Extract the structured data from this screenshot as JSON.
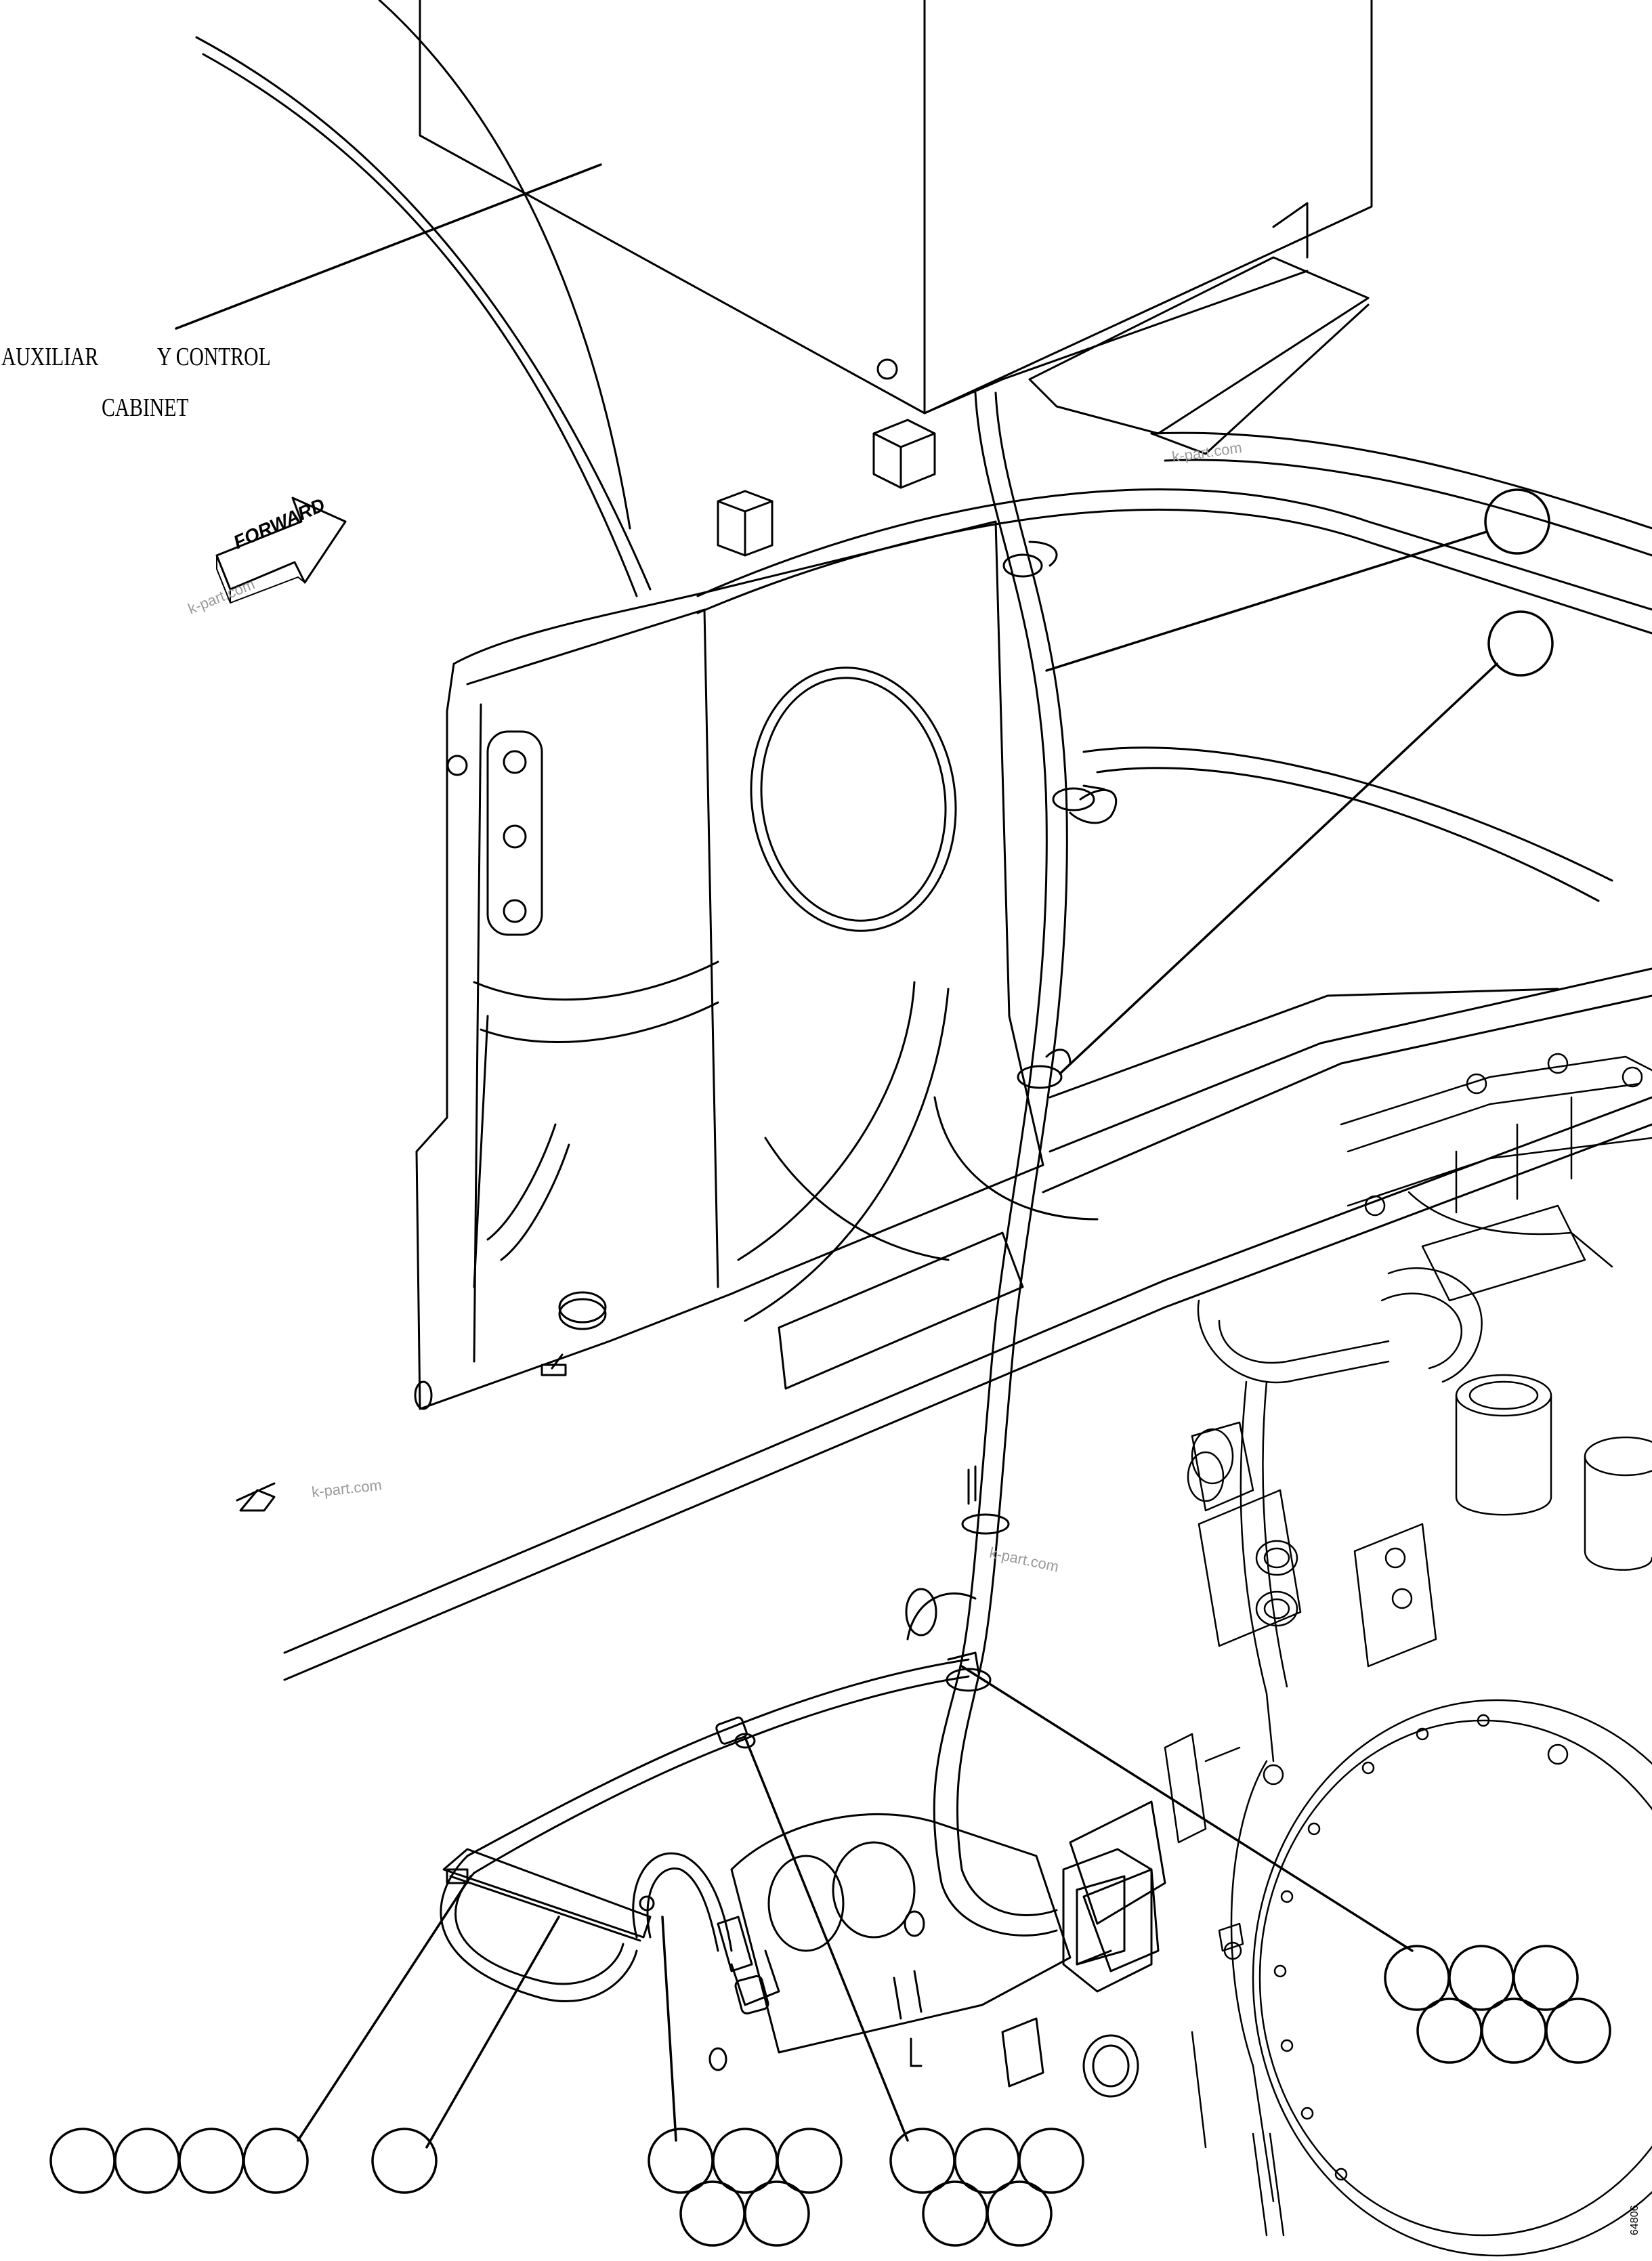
{
  "labels": {
    "auxiliary_part1": "AUXILIAR",
    "auxiliary_part2": "Y CONTROL",
    "auxiliary_part3": "CABINET"
  },
  "forward_arrow": "FORWARD",
  "watermarks": [
    "k-part.com",
    "k-part.com",
    "k-part.com",
    "k-part.com"
  ],
  "figure_id": "64806",
  "callout_groups": [
    {
      "id": "pipe-single-top",
      "count": 1
    },
    {
      "id": "pipe-single-mid",
      "count": 1
    },
    {
      "id": "clamp-group-right",
      "count": 6
    },
    {
      "id": "group-bottom-left",
      "count": 4
    },
    {
      "id": "single-bottom",
      "count": 1
    },
    {
      "id": "group-bottom-mid",
      "count": 5
    },
    {
      "id": "group-bottom-right",
      "count": 5
    }
  ]
}
